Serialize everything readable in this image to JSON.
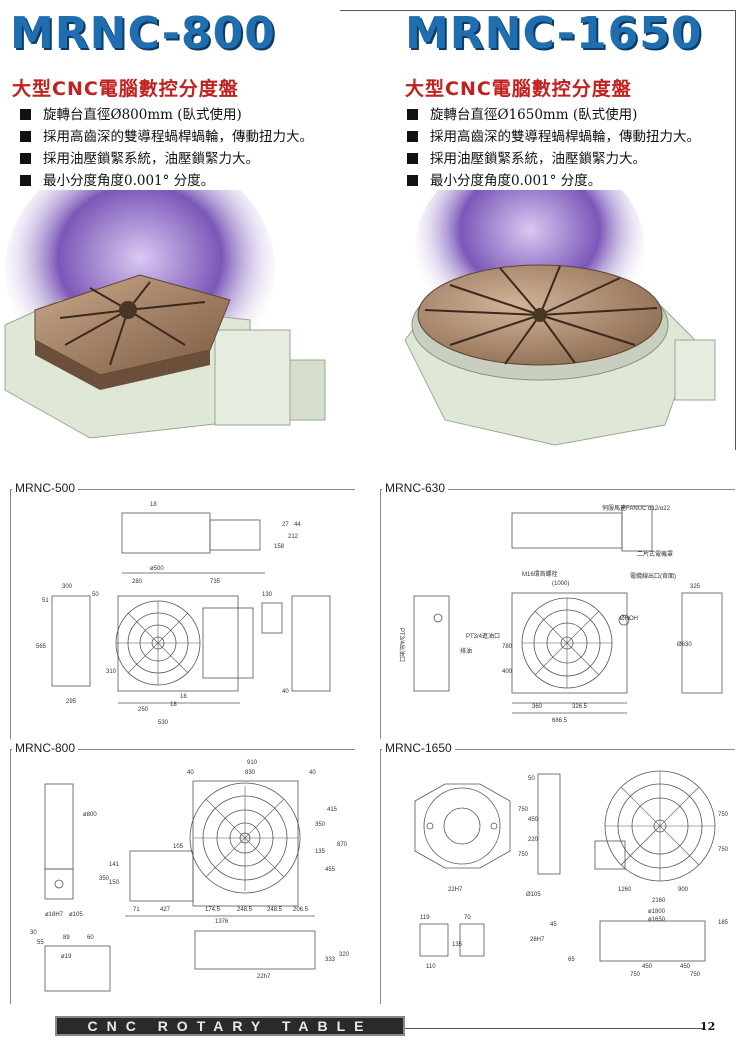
{
  "products": [
    {
      "model": "MRNC-800",
      "subtitle": "大型CNC電腦數控分度盤",
      "features": [
        "旋轉台直徑Ø800mm (臥式使用)",
        "採用高齒深的雙導程蝸桿蝸輪，傳動扭力大。",
        "採用油壓鎖緊系統，油壓鎖緊力大。",
        "最小分度角度0.001° 分度。"
      ]
    },
    {
      "model": "MRNC-1650",
      "subtitle": "大型CNC電腦數控分度盤",
      "features": [
        "旋轉台直徑Ø1650mm (臥式使用)",
        "採用高齒深的雙導程蝸桿蝸輪，傳動扭力大。",
        "採用油壓鎖緊系統，油壓鎖緊力大。",
        "最小分度角度0.001° 分度。"
      ]
    }
  ],
  "drawings": [
    {
      "label": "MRNC-500",
      "dimensions": [
        "18",
        "ø500",
        "280",
        "735",
        "300",
        "50",
        "130",
        "51",
        "565",
        "27",
        "212",
        "44",
        "158",
        "310",
        "40",
        "250",
        "530",
        "295",
        "18",
        "18"
      ]
    },
    {
      "label": "MRNC-630",
      "dimensions": [
        "(1000)",
        "325",
        "780",
        "400",
        "360",
        "326.5",
        "686.5",
        "Ø630"
      ],
      "notes": [
        "伺服馬達FANUC α12/α22",
        "二片式電機罩",
        "M16環首螺栓",
        "電纜線出口(背面)",
        "PT3/4進油口",
        "PT3/4出油口",
        "排油",
        "ØHOH"
      ]
    },
    {
      "label": "MRNC-800",
      "dimensions": [
        "910",
        "40",
        "830",
        "40",
        "350",
        "415",
        "870",
        "455",
        "135",
        "71",
        "427",
        "174.5",
        "248.5",
        "248.5",
        "206.5",
        "1376",
        "ø800",
        "105",
        "141",
        "150",
        "350",
        "ø105",
        "ø18H7",
        "ø19",
        "30",
        "55",
        "89",
        "60",
        "22h7",
        "333",
        "320"
      ]
    },
    {
      "label": "MRNC-1650",
      "dimensions": [
        "50",
        "750",
        "750",
        "450",
        "220",
        "1260",
        "900",
        "2160",
        "ø1800",
        "ø1650",
        "450",
        "450",
        "750",
        "750",
        "185",
        "Ø105",
        "22H7",
        "28H7",
        "119",
        "70",
        "45",
        "65",
        "110",
        "135"
      ]
    }
  ],
  "footer": {
    "text": "CNC ROTARY TABLE",
    "page": "12"
  },
  "colors": {
    "title_blue": "#1f6fb0",
    "subtitle_red": "#c0201e",
    "machine_green": "#dfe8d6",
    "table_bronze": "#a8876a",
    "glow_purple": "#6b4aa8"
  }
}
